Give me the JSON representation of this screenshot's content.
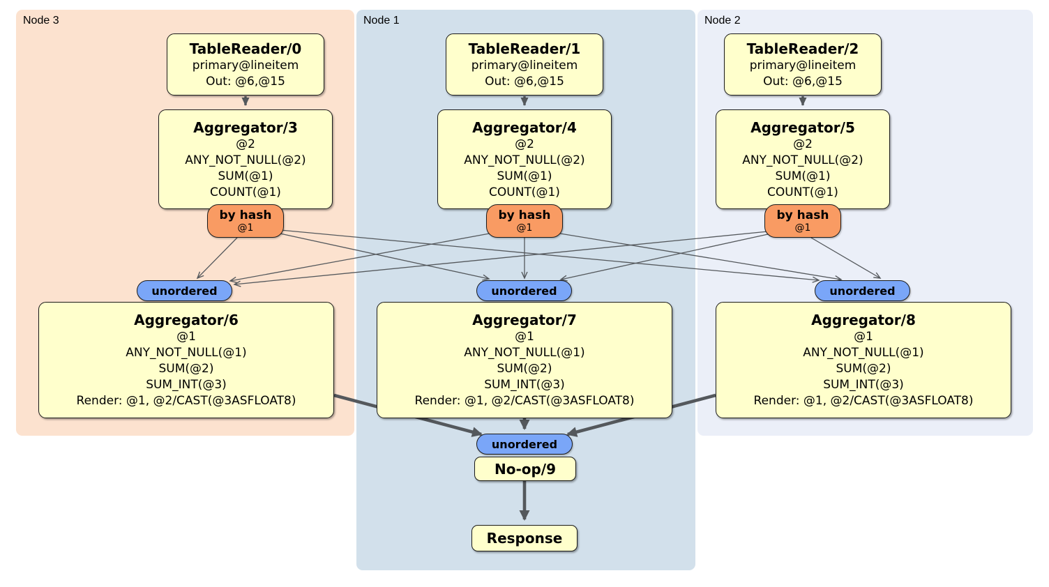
{
  "regions": [
    {
      "id": "node3",
      "label": "Node 3"
    },
    {
      "id": "node1",
      "label": "Node 1"
    },
    {
      "id": "node2",
      "label": "Node 2"
    }
  ],
  "processors": {
    "tr0": {
      "title": "TableReader/0",
      "lines": [
        "primary@lineitem",
        "Out: @6,@15"
      ]
    },
    "tr1": {
      "title": "TableReader/1",
      "lines": [
        "primary@lineitem",
        "Out: @6,@15"
      ]
    },
    "tr2": {
      "title": "TableReader/2",
      "lines": [
        "primary@lineitem",
        "Out: @6,@15"
      ]
    },
    "agg3": {
      "title": "Aggregator/3",
      "lines": [
        "@2",
        "ANY_NOT_NULL(@2)",
        "SUM(@1)",
        "COUNT(@1)"
      ]
    },
    "agg4": {
      "title": "Aggregator/4",
      "lines": [
        "@2",
        "ANY_NOT_NULL(@2)",
        "SUM(@1)",
        "COUNT(@1)"
      ]
    },
    "agg5": {
      "title": "Aggregator/5",
      "lines": [
        "@2",
        "ANY_NOT_NULL(@2)",
        "SUM(@1)",
        "COUNT(@1)"
      ]
    },
    "agg6": {
      "title": "Aggregator/6",
      "lines": [
        "@1",
        "ANY_NOT_NULL(@1)",
        "SUM(@2)",
        "SUM_INT(@3)",
        "Render: @1, @2/CAST(@3ASFLOAT8)"
      ]
    },
    "agg7": {
      "title": "Aggregator/7",
      "lines": [
        "@1",
        "ANY_NOT_NULL(@1)",
        "SUM(@2)",
        "SUM_INT(@3)",
        "Render: @1, @2/CAST(@3ASFLOAT8)"
      ]
    },
    "agg8": {
      "title": "Aggregator/8",
      "lines": [
        "@1",
        "ANY_NOT_NULL(@1)",
        "SUM(@2)",
        "SUM_INT(@3)",
        "Render: @1, @2/CAST(@3ASFLOAT8)"
      ]
    },
    "noop": {
      "title": "No-op/9"
    },
    "response": {
      "title": "Response"
    }
  },
  "routers": {
    "hash3": {
      "label": "by hash",
      "detail": "@1"
    },
    "hash4": {
      "label": "by hash",
      "detail": "@1"
    },
    "hash5": {
      "label": "by hash",
      "detail": "@1"
    }
  },
  "streams": {
    "un6": {
      "label": "unordered"
    },
    "un7": {
      "label": "unordered"
    },
    "un8": {
      "label": "unordered"
    },
    "unf": {
      "label": "unordered"
    }
  },
  "edges": [
    {
      "id": "tr0-agg3",
      "from": "TableReader/0",
      "to": "Aggregator/3"
    },
    {
      "id": "tr1-agg4",
      "from": "TableReader/1",
      "to": "Aggregator/4"
    },
    {
      "id": "tr2-agg5",
      "from": "TableReader/2",
      "to": "Aggregator/5"
    },
    {
      "id": "hash3-un6",
      "from": "by hash @1 (Node 3)",
      "to": "unordered (Node 3)"
    },
    {
      "id": "hash3-un7",
      "from": "by hash @1 (Node 3)",
      "to": "unordered (Node 1)"
    },
    {
      "id": "hash3-un8",
      "from": "by hash @1 (Node 3)",
      "to": "unordered (Node 2)"
    },
    {
      "id": "hash4-un6",
      "from": "by hash @1 (Node 1)",
      "to": "unordered (Node 3)"
    },
    {
      "id": "hash4-un7",
      "from": "by hash @1 (Node 1)",
      "to": "unordered (Node 1)"
    },
    {
      "id": "hash4-un8",
      "from": "by hash @1 (Node 1)",
      "to": "unordered (Node 2)"
    },
    {
      "id": "hash5-un6",
      "from": "by hash @1 (Node 2)",
      "to": "unordered (Node 3)"
    },
    {
      "id": "hash5-un7",
      "from": "by hash @1 (Node 2)",
      "to": "unordered (Node 1)"
    },
    {
      "id": "hash5-un8",
      "from": "by hash @1 (Node 2)",
      "to": "unordered (Node 2)"
    },
    {
      "id": "agg6-unf",
      "from": "Aggregator/6",
      "to": "unordered (final)"
    },
    {
      "id": "agg7-unf",
      "from": "Aggregator/7",
      "to": "unordered (final)"
    },
    {
      "id": "agg8-unf",
      "from": "Aggregator/8",
      "to": "unordered (final)"
    },
    {
      "id": "noop-resp",
      "from": "No-op/9",
      "to": "Response"
    }
  ],
  "colors": {
    "canvas": "#ffffff",
    "node3-bg": "#fce2cf",
    "node1-bg": "#d2e0eb",
    "node2-bg": "#ebeff8",
    "box-bg": "#ffffcc",
    "box-border": "#1a1a1a",
    "hash-bg": "#f99b63",
    "unordered-bg": "#7aa6f8",
    "edge": "#54585c"
  }
}
